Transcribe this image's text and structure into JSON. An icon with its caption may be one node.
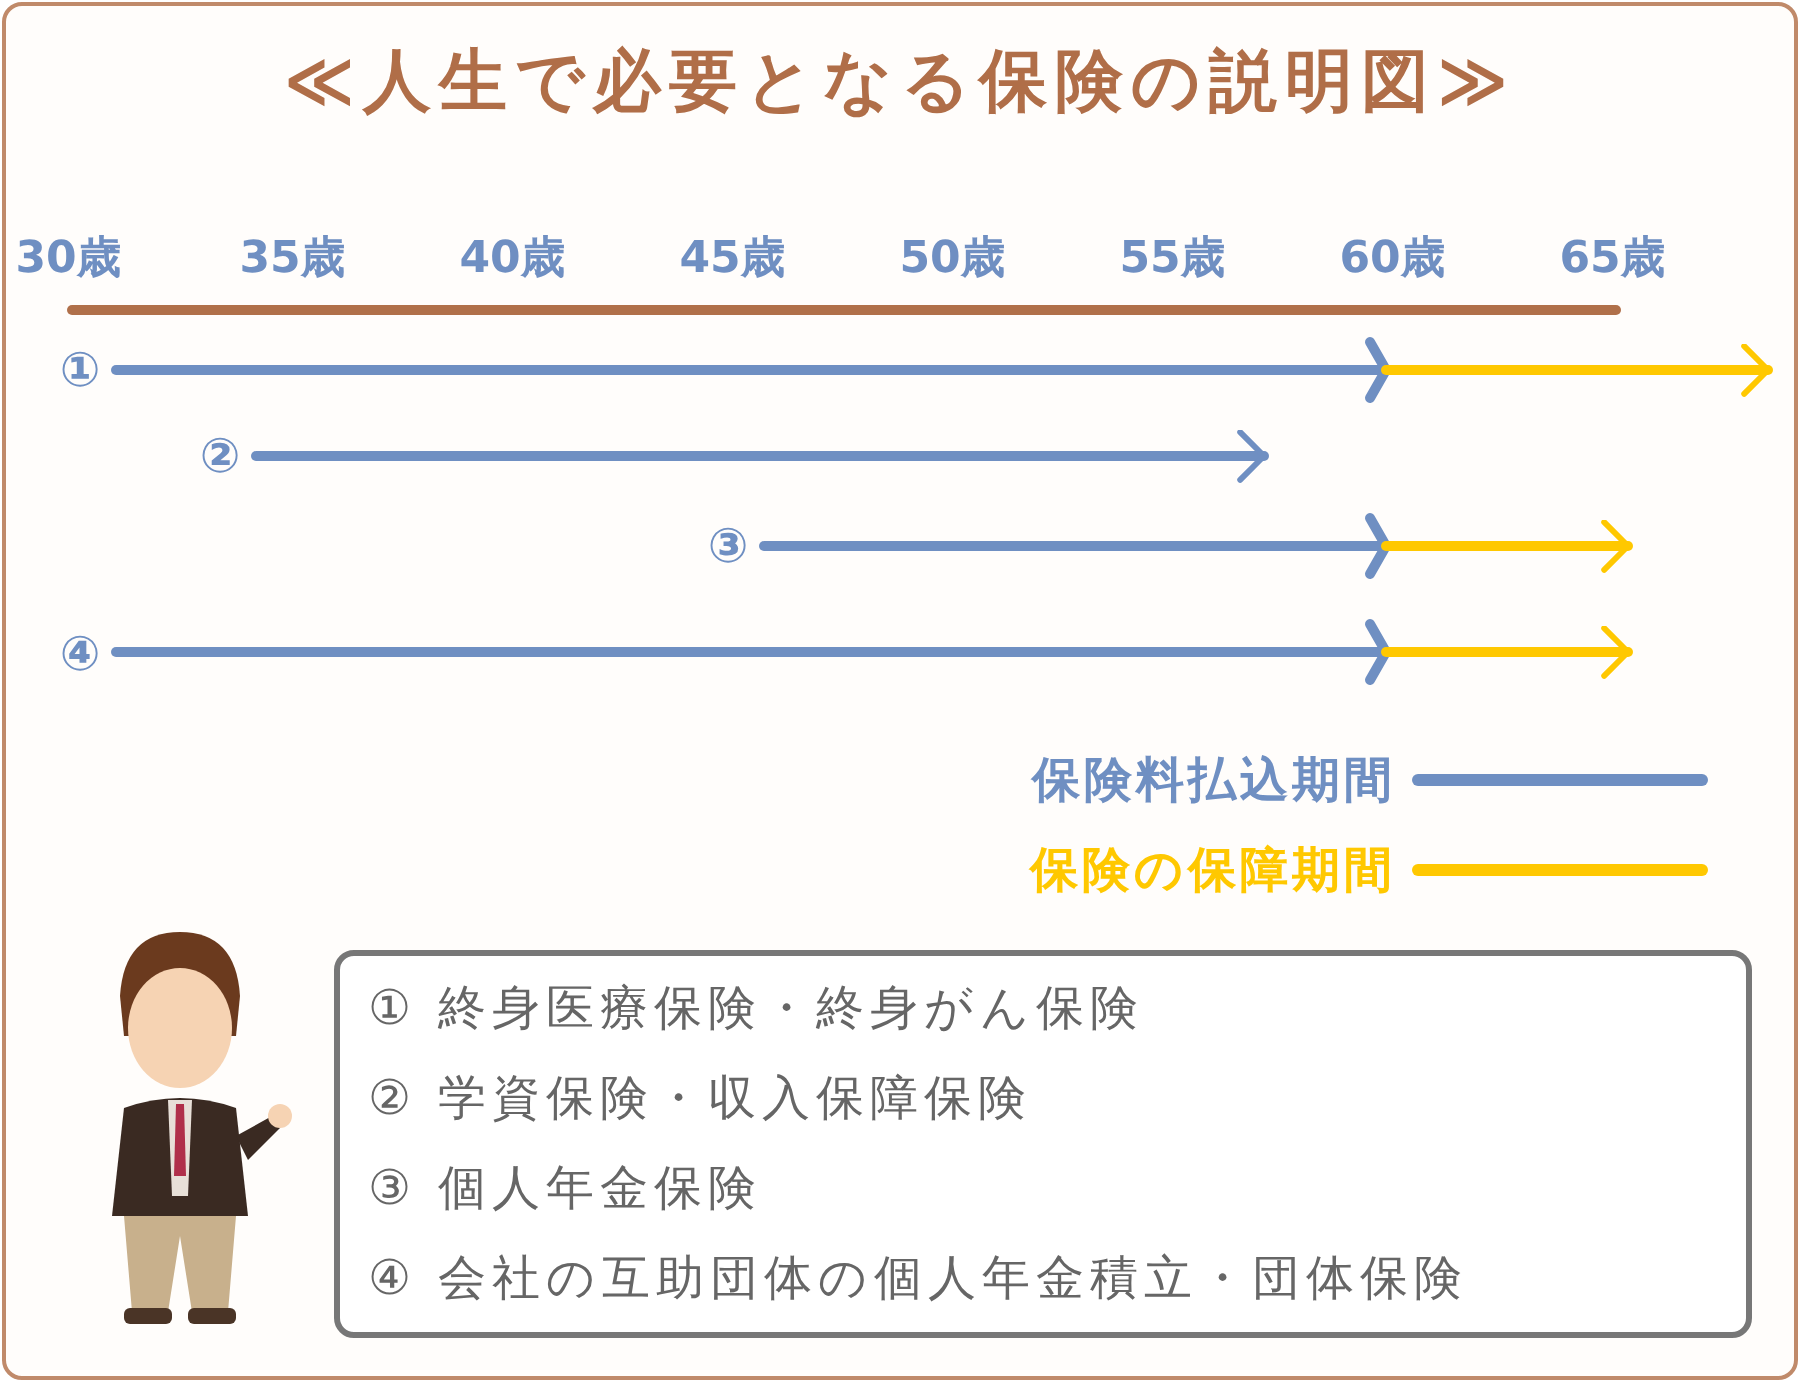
{
  "diagram": {
    "title": "≪人生で必要となる保険の説明図≫",
    "nodes": [
      {
        "text": [
          "①"
        ]
      },
      {
        "text": [
          "②"
        ]
      },
      {
        "text": [
          "③"
        ]
      },
      {
        "text": [
          "④"
        ]
      },
      {
        "text": [
          "① 終身医療保険・終身がん保険",
          "② 学資保険・収入保障保険",
          "③ 個人年金保険",
          "④ 会社の互助団体の個人年金積立・団体保険"
        ]
      }
    ],
    "edges": [
      {
        "from": 0,
        "to": null,
        "arrow": "to"
      },
      {
        "from": 1,
        "to": null,
        "arrow": "to"
      },
      {
        "from": 2,
        "to": null,
        "arrow": "to"
      },
      {
        "from": 3,
        "to": null,
        "arrow": "to"
      }
    ],
    "labels": [
      "30歳",
      "35歳",
      "40歳",
      "45歳",
      "50歳",
      "55歳",
      "60歳",
      "65歳"
    ],
    "legend": [
      {
        "text": "保険料払込期間",
        "color": "#6f8fc2"
      },
      {
        "text": "保険の保障期間",
        "color": "#ffc800"
      }
    ]
  }
}
